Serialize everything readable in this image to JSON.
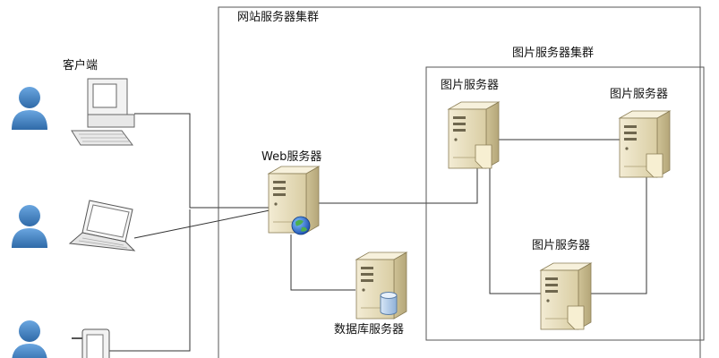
{
  "labels": {
    "website_cluster": "网站服务器集群",
    "image_cluster": "图片服务器集群",
    "client": "客户端",
    "web_server": "Web服务器",
    "image_server_1": "图片服务器",
    "image_server_2": "图片服务器",
    "image_server_3": "图片服务器",
    "db_server": "数据库服务器"
  },
  "icons": {
    "user": "user-icon",
    "desktop": "desktop-computer-icon",
    "laptop": "laptop-icon",
    "phone": "mobile-device-icon",
    "server": "server-tower-icon",
    "globe": "globe-icon",
    "database": "database-icon"
  },
  "colors": {
    "user_fill": "#3f7fbf",
    "server_beige": "#e9dfbf",
    "globe": "#2a6fd6",
    "line": "#333333"
  }
}
